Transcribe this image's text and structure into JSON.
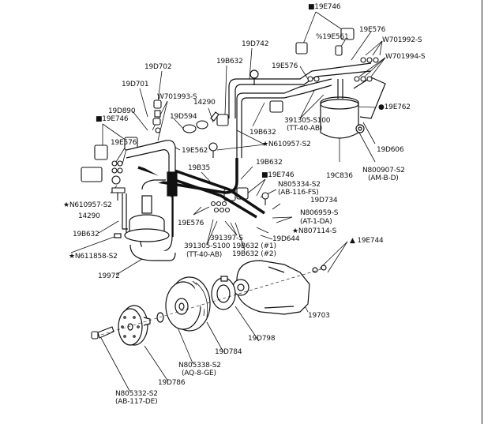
{
  "diagram": {
    "title": "A/C compressor, manifold and hose exploded view",
    "labels": [
      {
        "id": "l01",
        "text": "■19E746"
      },
      {
        "id": "l02",
        "text": "19E576"
      },
      {
        "id": "l03",
        "text": "%19E561"
      },
      {
        "id": "l04",
        "text": "W701992-S"
      },
      {
        "id": "l05",
        "text": "W701994-S"
      },
      {
        "id": "l06",
        "text": "19D742"
      },
      {
        "id": "l07",
        "text": "19E576"
      },
      {
        "id": "l08",
        "text": "19D702"
      },
      {
        "id": "l09",
        "text": "19B632"
      },
      {
        "id": "l10",
        "text": "19D701"
      },
      {
        "id": "l11",
        "text": "W701993-S"
      },
      {
        "id": "l12",
        "text": "14290"
      },
      {
        "id": "l13",
        "text": "19D890"
      },
      {
        "id": "l14",
        "text": "19D594"
      },
      {
        "id": "l15",
        "text": "■19E746"
      },
      {
        "id": "l16",
        "text": "19E576"
      },
      {
        "id": "l17",
        "text": "19E562"
      },
      {
        "id": "l18",
        "text": "391305-S100"
      },
      {
        "id": "l19",
        "text": "(TT-40-AB)"
      },
      {
        "id": "l20",
        "text": "19B632"
      },
      {
        "id": "l21",
        "text": "●19E762"
      },
      {
        "id": "l22",
        "text": "★N610957-S2"
      },
      {
        "id": "l23",
        "text": "19D606"
      },
      {
        "id": "l24",
        "text": "19B35"
      },
      {
        "id": "l25",
        "text": "19B632"
      },
      {
        "id": "l26",
        "text": "19C836"
      },
      {
        "id": "l27",
        "text": "N800907-S2"
      },
      {
        "id": "l28",
        "text": "(AM-B-D)"
      },
      {
        "id": "l29",
        "text": "■19E746"
      },
      {
        "id": "l30",
        "text": "N805334-S2"
      },
      {
        "id": "l31",
        "text": "(AB-116-FS)"
      },
      {
        "id": "l32",
        "text": "★N610957-S2"
      },
      {
        "id": "l33",
        "text": "19D734"
      },
      {
        "id": "l34",
        "text": "14290"
      },
      {
        "id": "l35",
        "text": "N806959-S"
      },
      {
        "id": "l36",
        "text": "(AT-1-DA)"
      },
      {
        "id": "l37",
        "text": "19E576"
      },
      {
        "id": "l38",
        "text": "★N807114-S"
      },
      {
        "id": "l39",
        "text": "19B632"
      },
      {
        "id": "l40",
        "text": "391397-S"
      },
      {
        "id": "l41",
        "text": "19D644"
      },
      {
        "id": "l42",
        "text": "391305-S100"
      },
      {
        "id": "l43",
        "text": "(TT-40-AB)"
      },
      {
        "id": "l44",
        "text": "19B632  (#1)"
      },
      {
        "id": "l45",
        "text": "19B632  (#2)"
      },
      {
        "id": "l46",
        "text": "★N611858-S2"
      },
      {
        "id": "l47",
        "text": "▲ 19E744"
      },
      {
        "id": "l48",
        "text": "19972"
      },
      {
        "id": "l49",
        "text": "19703"
      },
      {
        "id": "l50",
        "text": "19D798"
      },
      {
        "id": "l51",
        "text": "19D784"
      },
      {
        "id": "l52",
        "text": "N805338-S2"
      },
      {
        "id": "l53",
        "text": "(AQ-8-GE)"
      },
      {
        "id": "l54",
        "text": "19D786"
      },
      {
        "id": "l55",
        "text": "N805332-S2"
      },
      {
        "id": "l56",
        "text": "(AB-117-DE)"
      }
    ]
  }
}
